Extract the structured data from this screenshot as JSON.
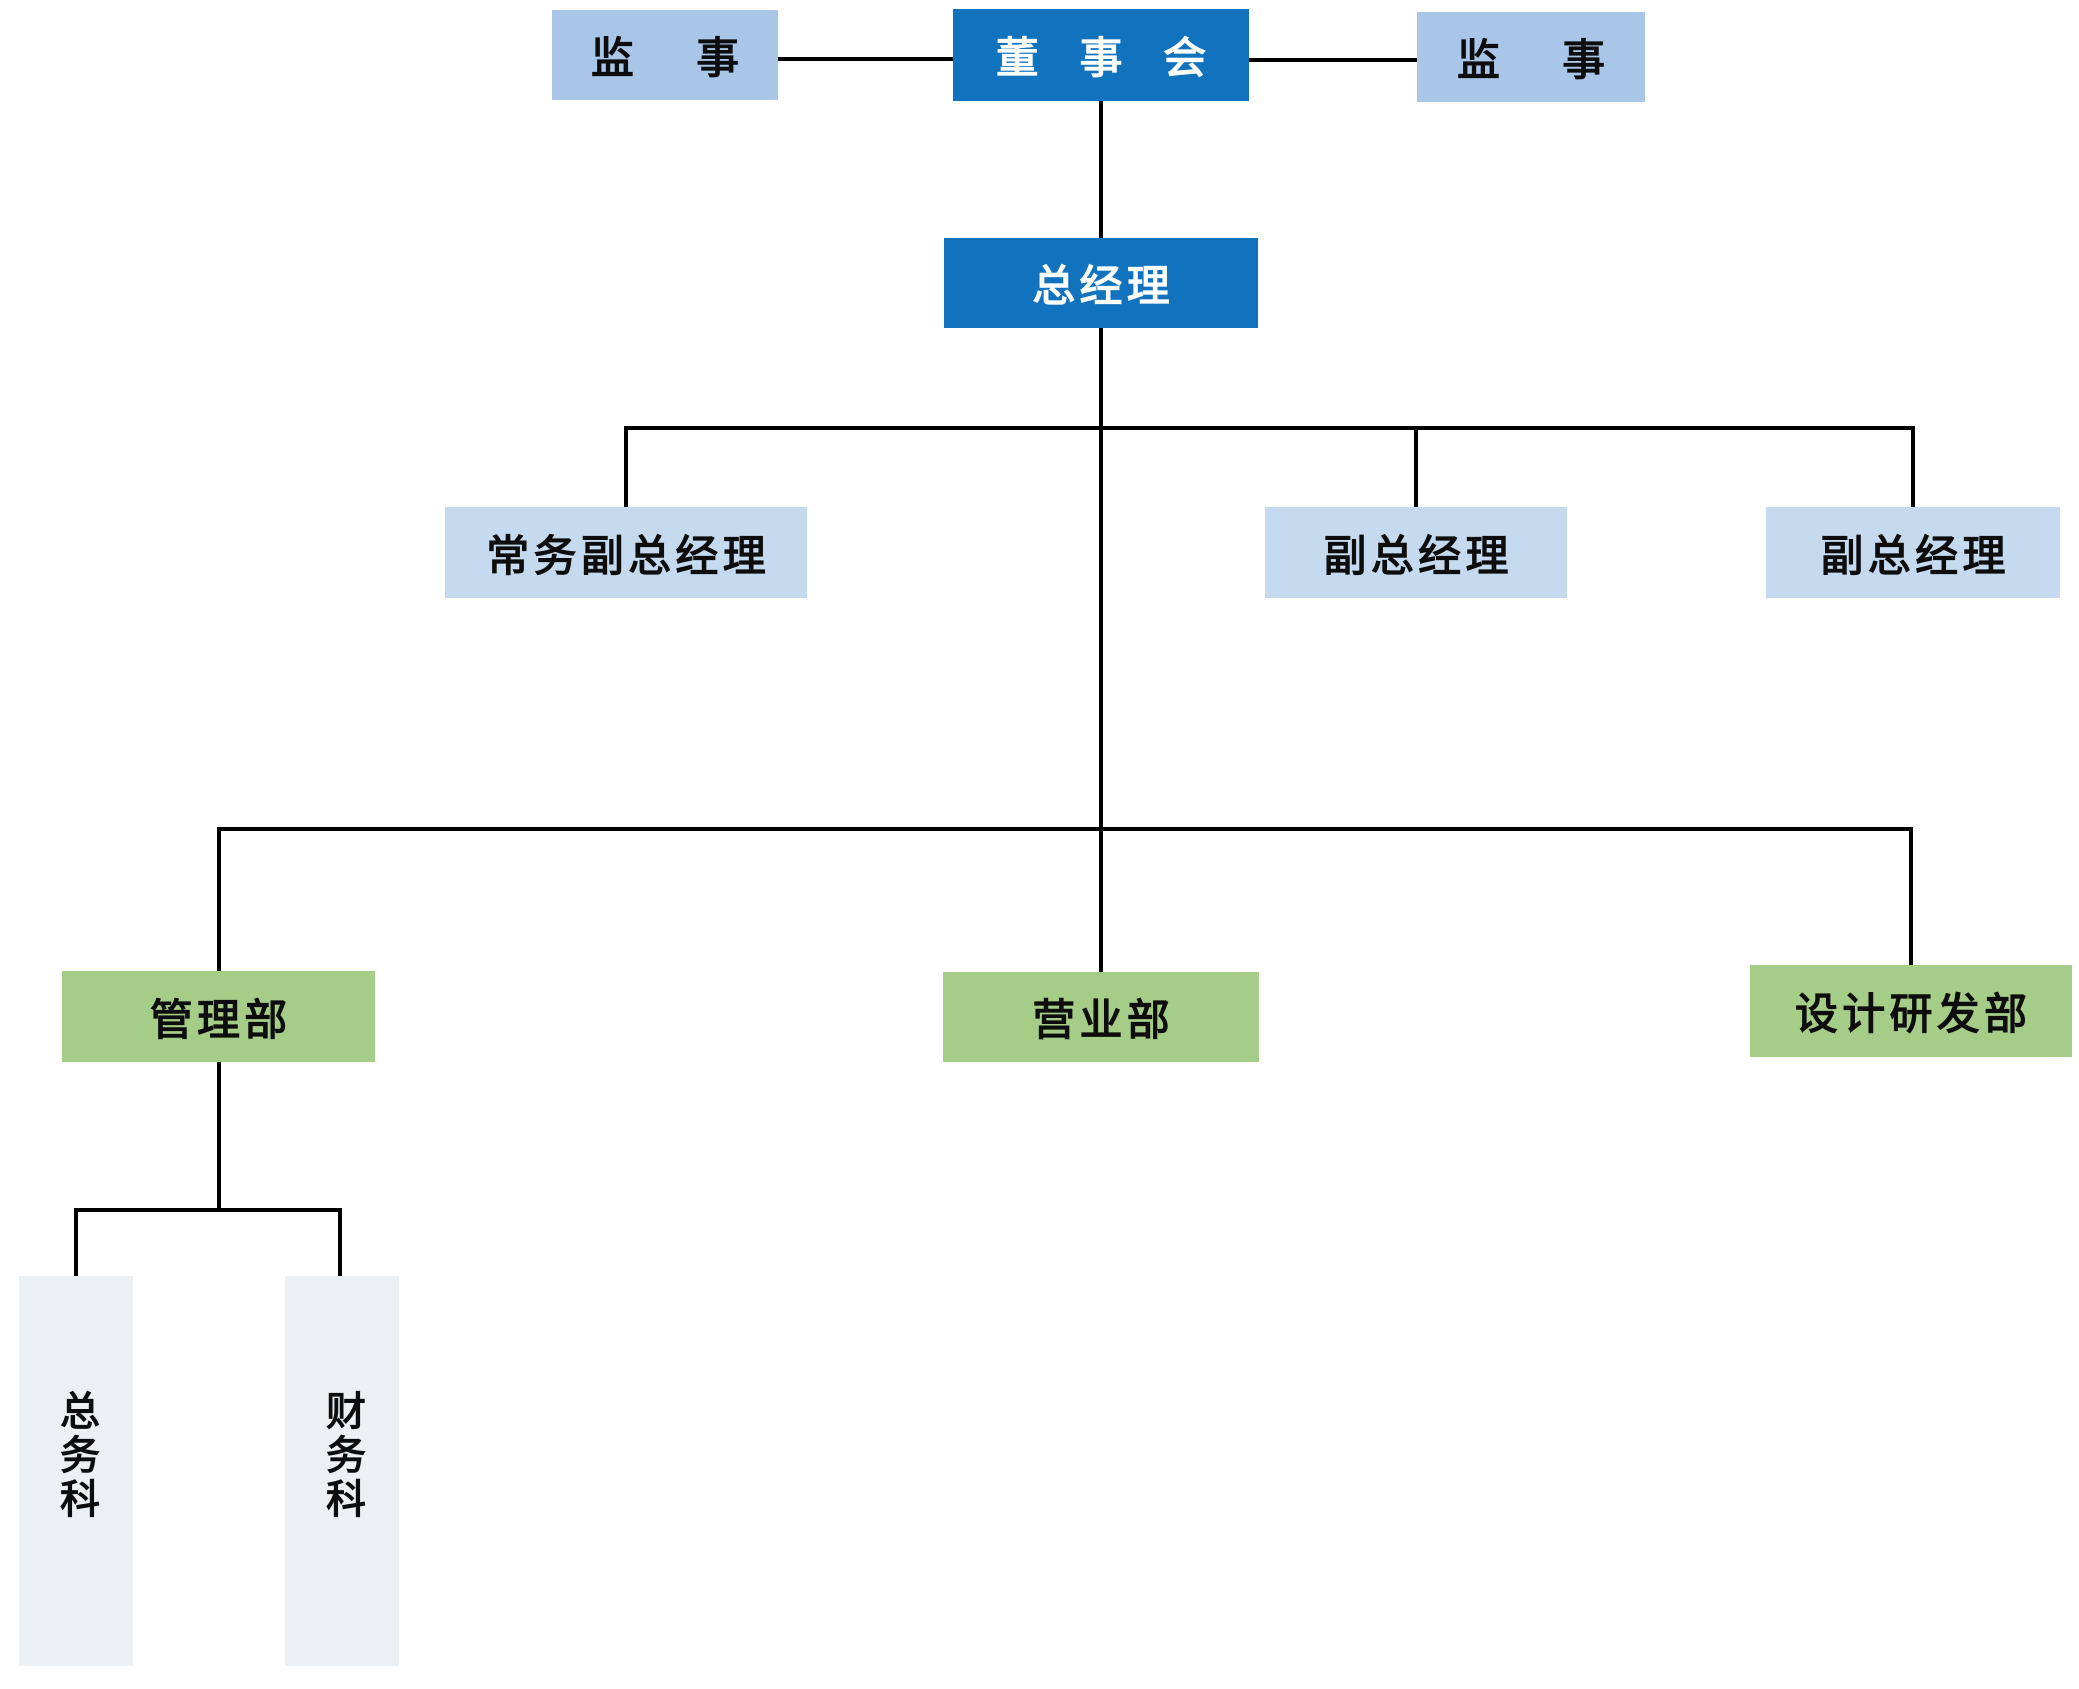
{
  "diagram": {
    "type": "org-chart",
    "colors": {
      "dark_blue": "#1173BE",
      "light_blue": "#A9C6E8",
      "pale_blue": "#C5DAEF",
      "green": "#A6CD87",
      "gray": "#EDF0F3",
      "line": "#000000",
      "text_dark": "#0d0d0d",
      "text_light": "#FFFFFF"
    },
    "nodes": {
      "supervisor_left": {
        "label": "监 事",
        "fill": "#A9C6E8"
      },
      "board": {
        "label": "董 事 会",
        "fill": "#1173BE"
      },
      "supervisor_right": {
        "label": "监 事",
        "fill": "#A9C6E8"
      },
      "general_manager": {
        "label": "总经理",
        "fill": "#1173BE"
      },
      "exec_deputy_gm": {
        "label": "常务副总经理",
        "fill": "#C5DAEF"
      },
      "deputy_gm_1": {
        "label": "副总经理",
        "fill": "#C5DAEF"
      },
      "deputy_gm_2": {
        "label": "副总经理",
        "fill": "#C5DAEF"
      },
      "management_dept": {
        "label": "管理部",
        "fill": "#A6CD87"
      },
      "sales_dept": {
        "label": "营业部",
        "fill": "#A6CD87"
      },
      "design_rd_dept": {
        "label": "设计研发部",
        "fill": "#A6CD87"
      },
      "general_affairs_section": {
        "label": "总务科",
        "fill": "#EDF0F3",
        "text_direction": "vertical"
      },
      "finance_section": {
        "label": "财务科",
        "fill": "#EDF0F3",
        "text_direction": "vertical"
      }
    },
    "edges": [
      {
        "from": "董事会",
        "to": "监事",
        "side": "left",
        "type": "lateral"
      },
      {
        "from": "董事会",
        "to": "监事",
        "side": "right",
        "type": "lateral"
      },
      {
        "from": "董事会",
        "to": "总经理",
        "type": "reports"
      },
      {
        "from": "总经理",
        "to": "常务副总经理",
        "type": "reports"
      },
      {
        "from": "总经理",
        "to": "副总经理",
        "instance": 1,
        "type": "reports"
      },
      {
        "from": "总经理",
        "to": "副总经理",
        "instance": 2,
        "type": "reports"
      },
      {
        "from": "总经理",
        "to": "管理部",
        "type": "reports"
      },
      {
        "from": "总经理",
        "to": "营业部",
        "type": "reports"
      },
      {
        "from": "总经理",
        "to": "设计研发部",
        "type": "reports"
      },
      {
        "from": "管理部",
        "to": "总务科",
        "type": "reports"
      },
      {
        "from": "管理部",
        "to": "财务科",
        "type": "reports"
      }
    ]
  }
}
